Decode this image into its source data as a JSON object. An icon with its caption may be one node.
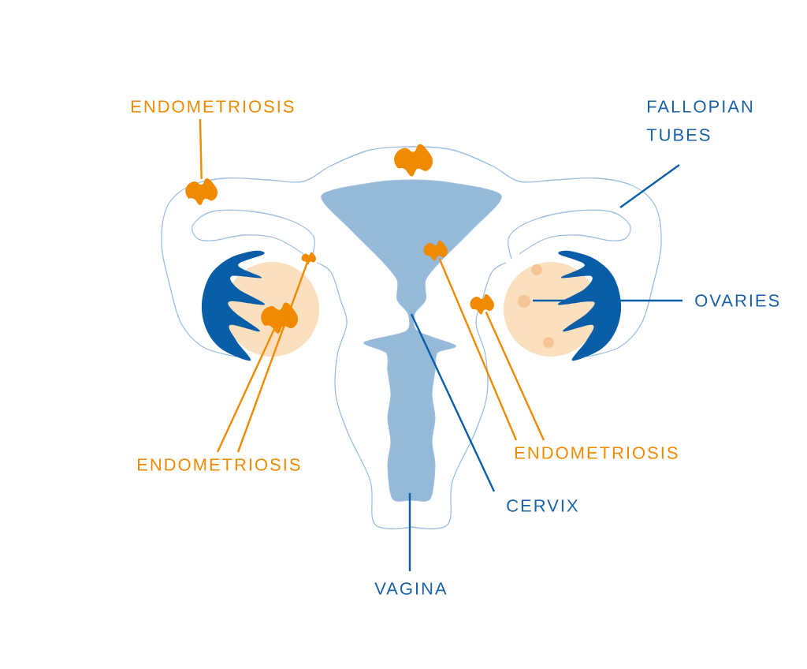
{
  "diagram": {
    "nodes": [
      {
        "text": [
          "ENDOMETRIOSIS"
        ]
      },
      {
        "text": [
          "ENDOMETRIOSIS"
        ]
      },
      {
        "text": [
          "ENDOMETRIOSIS"
        ]
      },
      {
        "text": [
          "FALLOPIAN TUBES"
        ]
      },
      {
        "text": [
          "OVARIES"
        ]
      },
      {
        "text": [
          "CERVIX"
        ]
      },
      {
        "text": [
          "VAGINA"
        ]
      },
      {
        "text": [],
        "shape": "blob"
      },
      {
        "text": [],
        "shape": "blob"
      },
      {
        "text": [],
        "shape": "blob"
      },
      {
        "text": [],
        "shape": "blob"
      },
      {
        "text": [],
        "shape": "blob"
      },
      {
        "text": [],
        "shape": "blob"
      }
    ],
    "edges": [
      {
        "from": 0,
        "to": 7,
        "arrow": "none"
      },
      {
        "from": 1,
        "to": 8,
        "arrow": "none"
      },
      {
        "from": 1,
        "to": 9,
        "arrow": "none"
      },
      {
        "from": 2,
        "to": 11,
        "arrow": "none"
      },
      {
        "from": 2,
        "to": 12,
        "arrow": "none"
      },
      {
        "from": 3,
        "to": null,
        "arrow": "none",
        "color": "#0a5ea8"
      },
      {
        "from": 4,
        "to": null,
        "arrow": "none",
        "color": "#0a5ea8"
      },
      {
        "from": 5,
        "to": null,
        "arrow": "none",
        "color": "#0a5ea8"
      },
      {
        "from": 6,
        "to": null,
        "arrow": "none",
        "color": "#0a5ea8"
      }
    ]
  }
}
